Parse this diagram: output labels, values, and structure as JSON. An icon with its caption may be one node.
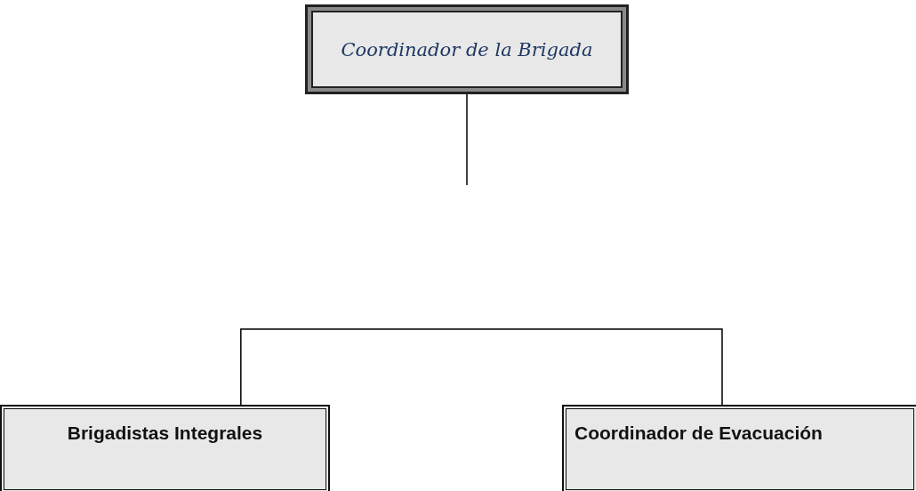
{
  "diagram": {
    "nodes": [
      {
        "text": [
          "Coordinador de la Brigada"
        ]
      },
      {
        "text": [
          "Brigadistas Integrales"
        ]
      },
      {
        "text": [
          "Coordinador de Evacuación"
        ]
      }
    ],
    "edges": [
      {
        "from": 0,
        "to": null,
        "arrow": "none"
      },
      {
        "from": 1,
        "to": 2,
        "arrow": "none"
      }
    ]
  }
}
